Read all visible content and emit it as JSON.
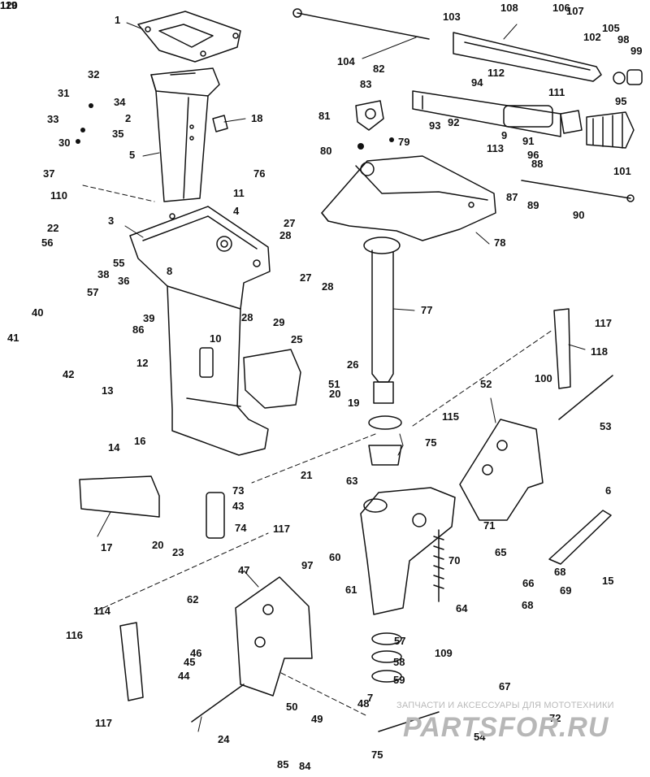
{
  "diagram": {
    "title": "",
    "part_numbers": [
      "1",
      "2",
      "3",
      "4",
      "5",
      "6",
      "7",
      "8",
      "9",
      "10",
      "11",
      "12",
      "13",
      "14",
      "15",
      "16",
      "17",
      "18",
      "19",
      "20",
      "20",
      "21",
      "22",
      "23",
      "24",
      "25",
      "26",
      "27",
      "27",
      "28",
      "28",
      "28",
      "29",
      "30",
      "31",
      "32",
      "33",
      "34",
      "35",
      "36",
      "37",
      "38",
      "39",
      "40",
      "41",
      "42",
      "43",
      "44",
      "45",
      "46",
      "47",
      "48",
      "49",
      "50",
      "51",
      "52",
      "53",
      "54",
      "55",
      "56",
      "57",
      "57",
      "58",
      "59",
      "60",
      "61",
      "62",
      "63",
      "64",
      "65",
      "66",
      "67",
      "68",
      "68",
      "69",
      "70",
      "71",
      "72",
      "73",
      "74",
      "75",
      "75",
      "76",
      "77",
      "78",
      "79",
      "80",
      "81",
      "82",
      "83",
      "84",
      "85",
      "86",
      "87",
      "88",
      "89",
      "90",
      "91",
      "92",
      "93",
      "94",
      "95",
      "96",
      "97",
      "98",
      "99",
      "100",
      "101",
      "102",
      "103",
      "104",
      "105",
      "106",
      "107",
      "108",
      "109",
      "110",
      "111",
      "112",
      "113",
      "114",
      "115",
      "116",
      "117",
      "117",
      "117",
      "118",
      "119",
      "120"
    ]
  },
  "watermark": {
    "tagline": "ЗАПЧАСТИ И АКСЕССУАРЫ ДЛЯ МОТОТЕХНИКИ",
    "logo": "PARTSFOR.RU",
    "color": "#b0b0b0"
  },
  "colors": {
    "line": "#111111",
    "paper": "#ffffff"
  }
}
